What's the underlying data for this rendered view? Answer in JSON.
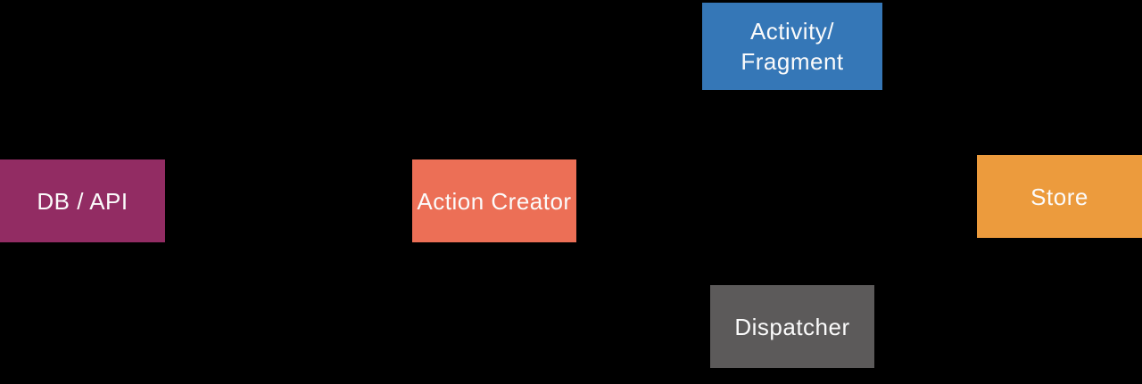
{
  "diagram": {
    "background_color": "#000000",
    "label_color": "#fbfbfb",
    "nodes": {
      "activity_fragment": {
        "lines": {
          "0": "Activity/",
          "1": "Fragment"
        },
        "color": "#3577b7"
      },
      "db_api": {
        "label": "DB / API",
        "color": "#922c63"
      },
      "action_creator": {
        "label": "Action Creator",
        "color": "#ec6f56"
      },
      "store": {
        "label": "Store",
        "color": "#ec9b3d"
      },
      "dispatcher": {
        "label": "Dispatcher",
        "color": "#5c5a5a"
      }
    }
  }
}
